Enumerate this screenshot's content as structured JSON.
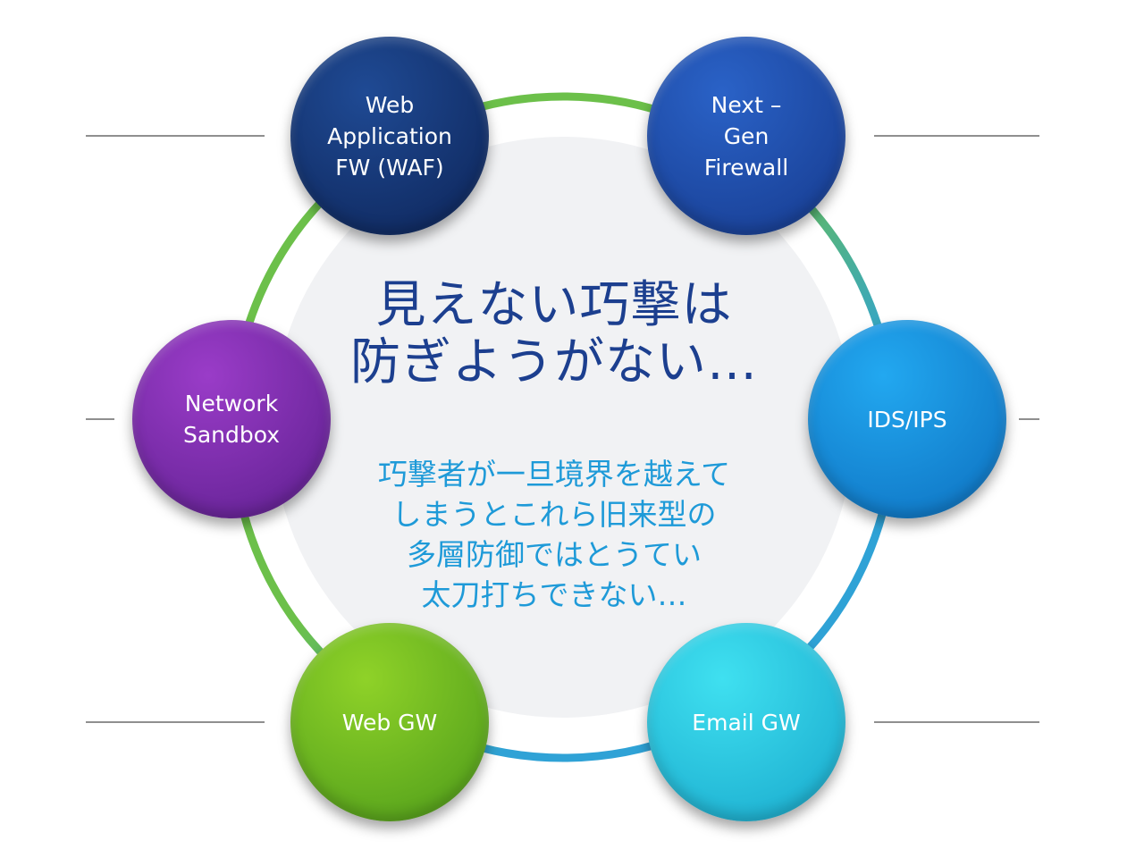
{
  "hub": {
    "title_lines": [
      "見えない巧撃は",
      "防ぎようがない…"
    ],
    "body_lines": [
      "巧撃者が一旦境界を越えて",
      "しまうとこれら旧来型の",
      "多層防御ではとうてい",
      "太刀打ちできない…"
    ]
  },
  "nodes": [
    {
      "id": "waf",
      "label": "Web\nApplication\nFW (WAF)",
      "color_light": "#1f4a94",
      "color_dark": "#0d2457"
    },
    {
      "id": "ngfw",
      "label": "Next –\nGen\nFirewall",
      "color_light": "#2a62c7",
      "color_dark": "#163a8d"
    },
    {
      "id": "idsips",
      "label": "IDS/IPS",
      "color_light": "#22a8f0",
      "color_dark": "#0d6fbf"
    },
    {
      "id": "emailgw",
      "label": "Email GW",
      "color_light": "#3fe0f0",
      "color_dark": "#18a8cc"
    },
    {
      "id": "webgw",
      "label": "Web GW",
      "color_light": "#8fd228",
      "color_dark": "#4c9a1a"
    },
    {
      "id": "sandbox",
      "label": "Network\nSandbox",
      "color_light": "#9a3cc8",
      "color_dark": "#5d1f8e"
    }
  ],
  "colors": {
    "ring_green": "#6cc04a",
    "ring_blue": "#2fa2d6",
    "hub_fill": "#f1f2f4",
    "connector": "#8f8f8f"
  }
}
